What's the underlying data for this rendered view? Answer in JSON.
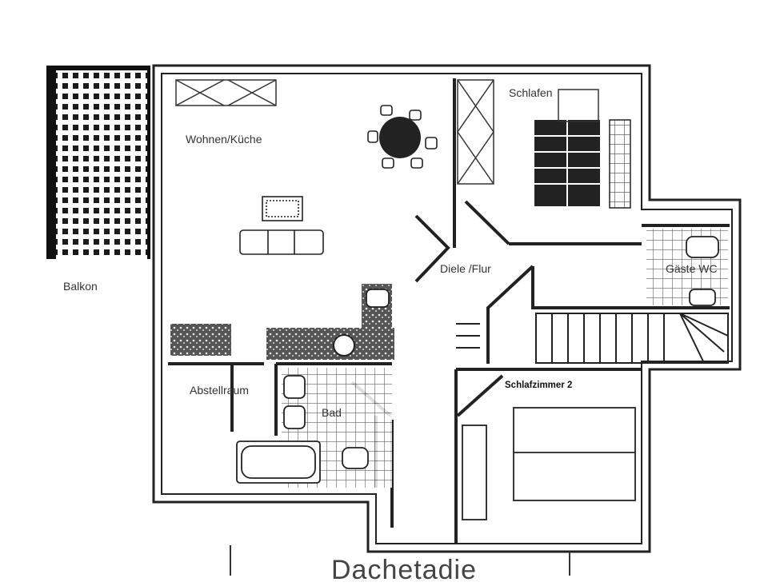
{
  "plan": {
    "rooms": {
      "wohnen_kueche": "Wohnen/Küche",
      "schlafen": "Schlafen",
      "balkon": "Balkon",
      "diele_flur": "Diele /Flur",
      "gaeste_wc": "Gäste WC",
      "abstellraum": "Abstellraum",
      "bad": "Bad",
      "schlafzimmer_2": "Schlafzimmer 2"
    },
    "bottom_caption": "Dachetadie"
  }
}
